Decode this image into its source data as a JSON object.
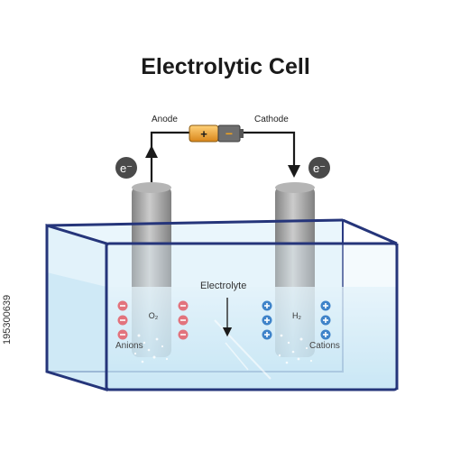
{
  "diagram": {
    "title": "Electrolytic Cell",
    "battery": {
      "left_label": "Anode",
      "right_label": "Cathode",
      "positive_sign": "+",
      "negative_sign": "−"
    },
    "electron_symbol": "e⁻",
    "electrolyte_label": "Electrolyte",
    "anode_gas": "O₂",
    "cathode_gas": "H₂",
    "anions_label": "Anions",
    "cations_label": "Cations",
    "anion_count": 6,
    "cation_count": 6
  },
  "stock_id": "195300639",
  "colors": {
    "wire": "#1a1a1a",
    "tank_edge": "#25357a",
    "water": "#bfe3f4",
    "electrode": "#9a9a9a",
    "anion": "#e2737d",
    "cation": "#3f83c9",
    "battery_body": "#f0a21e",
    "electron_badge": "#4a4a4a"
  }
}
